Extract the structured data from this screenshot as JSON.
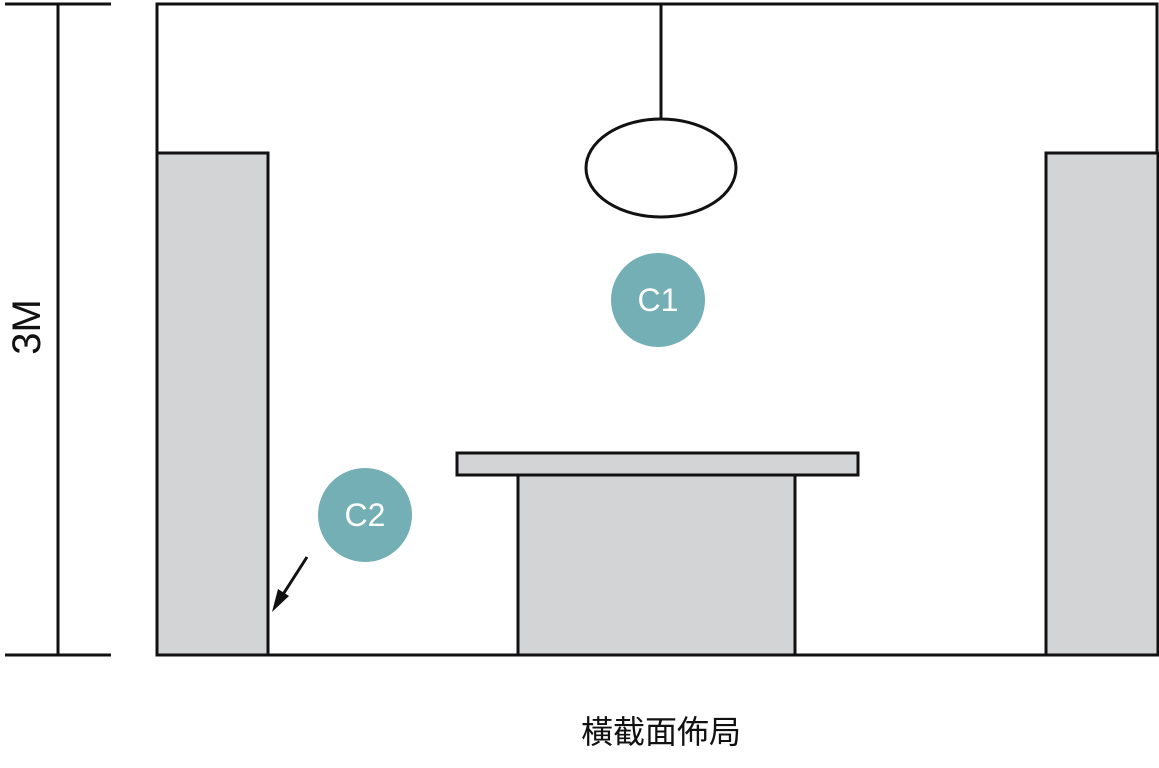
{
  "diagram": {
    "dimension_label": "3M",
    "caption": "橫截面佈局",
    "markers": [
      {
        "label": "C1"
      },
      {
        "label": "C2"
      }
    ]
  },
  "colors": {
    "stroke": "#111111",
    "panel_fill": "#d3d4d6",
    "marker_fill": "#74afb5",
    "marker_text": "#ffffff",
    "background": "#ffffff"
  }
}
